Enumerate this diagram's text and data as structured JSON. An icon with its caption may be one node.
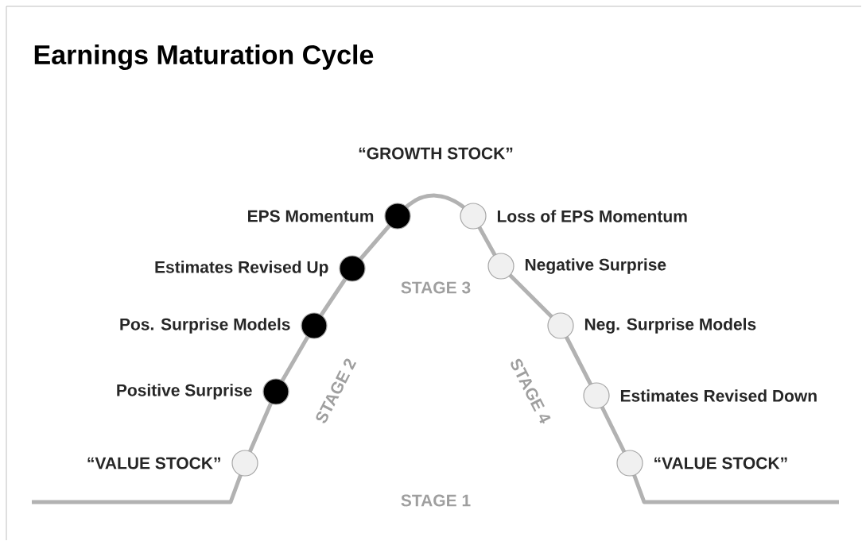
{
  "diagram": {
    "title": "Earnings Maturation Cycle",
    "nodes": [
      {
        "text": [],
        "shape": "circle",
        "beside": [
          "“VALUE STOCK”"
        ]
      },
      {
        "text": [],
        "shape": "circle",
        "beside": [
          "Positive Surprise"
        ]
      },
      {
        "text": [],
        "shape": "circle",
        "beside": [
          "Pos. Surprise Models"
        ]
      },
      {
        "text": [],
        "shape": "circle",
        "beside": [
          "Estimates Revised Up"
        ]
      },
      {
        "text": [],
        "shape": "circle",
        "beside": [
          "EPS Momentum"
        ]
      },
      {
        "text": [],
        "shape": "circle",
        "beside": [
          "Loss of EPS Momentum"
        ]
      },
      {
        "text": [],
        "shape": "circle",
        "beside": [
          "Negative Surprise"
        ]
      },
      {
        "text": [],
        "shape": "circle",
        "beside": [
          "Neg. Surprise Models"
        ]
      },
      {
        "text": [],
        "shape": "circle",
        "beside": [
          "Estimates Revised Down"
        ]
      },
      {
        "text": [],
        "shape": "circle",
        "beside": [
          "“VALUE STOCK”"
        ]
      }
    ],
    "labels": [
      "“GROWTH STOCK”",
      "STAGE 3",
      "STAGE 2",
      "STAGE 4",
      "STAGE 1"
    ]
  }
}
